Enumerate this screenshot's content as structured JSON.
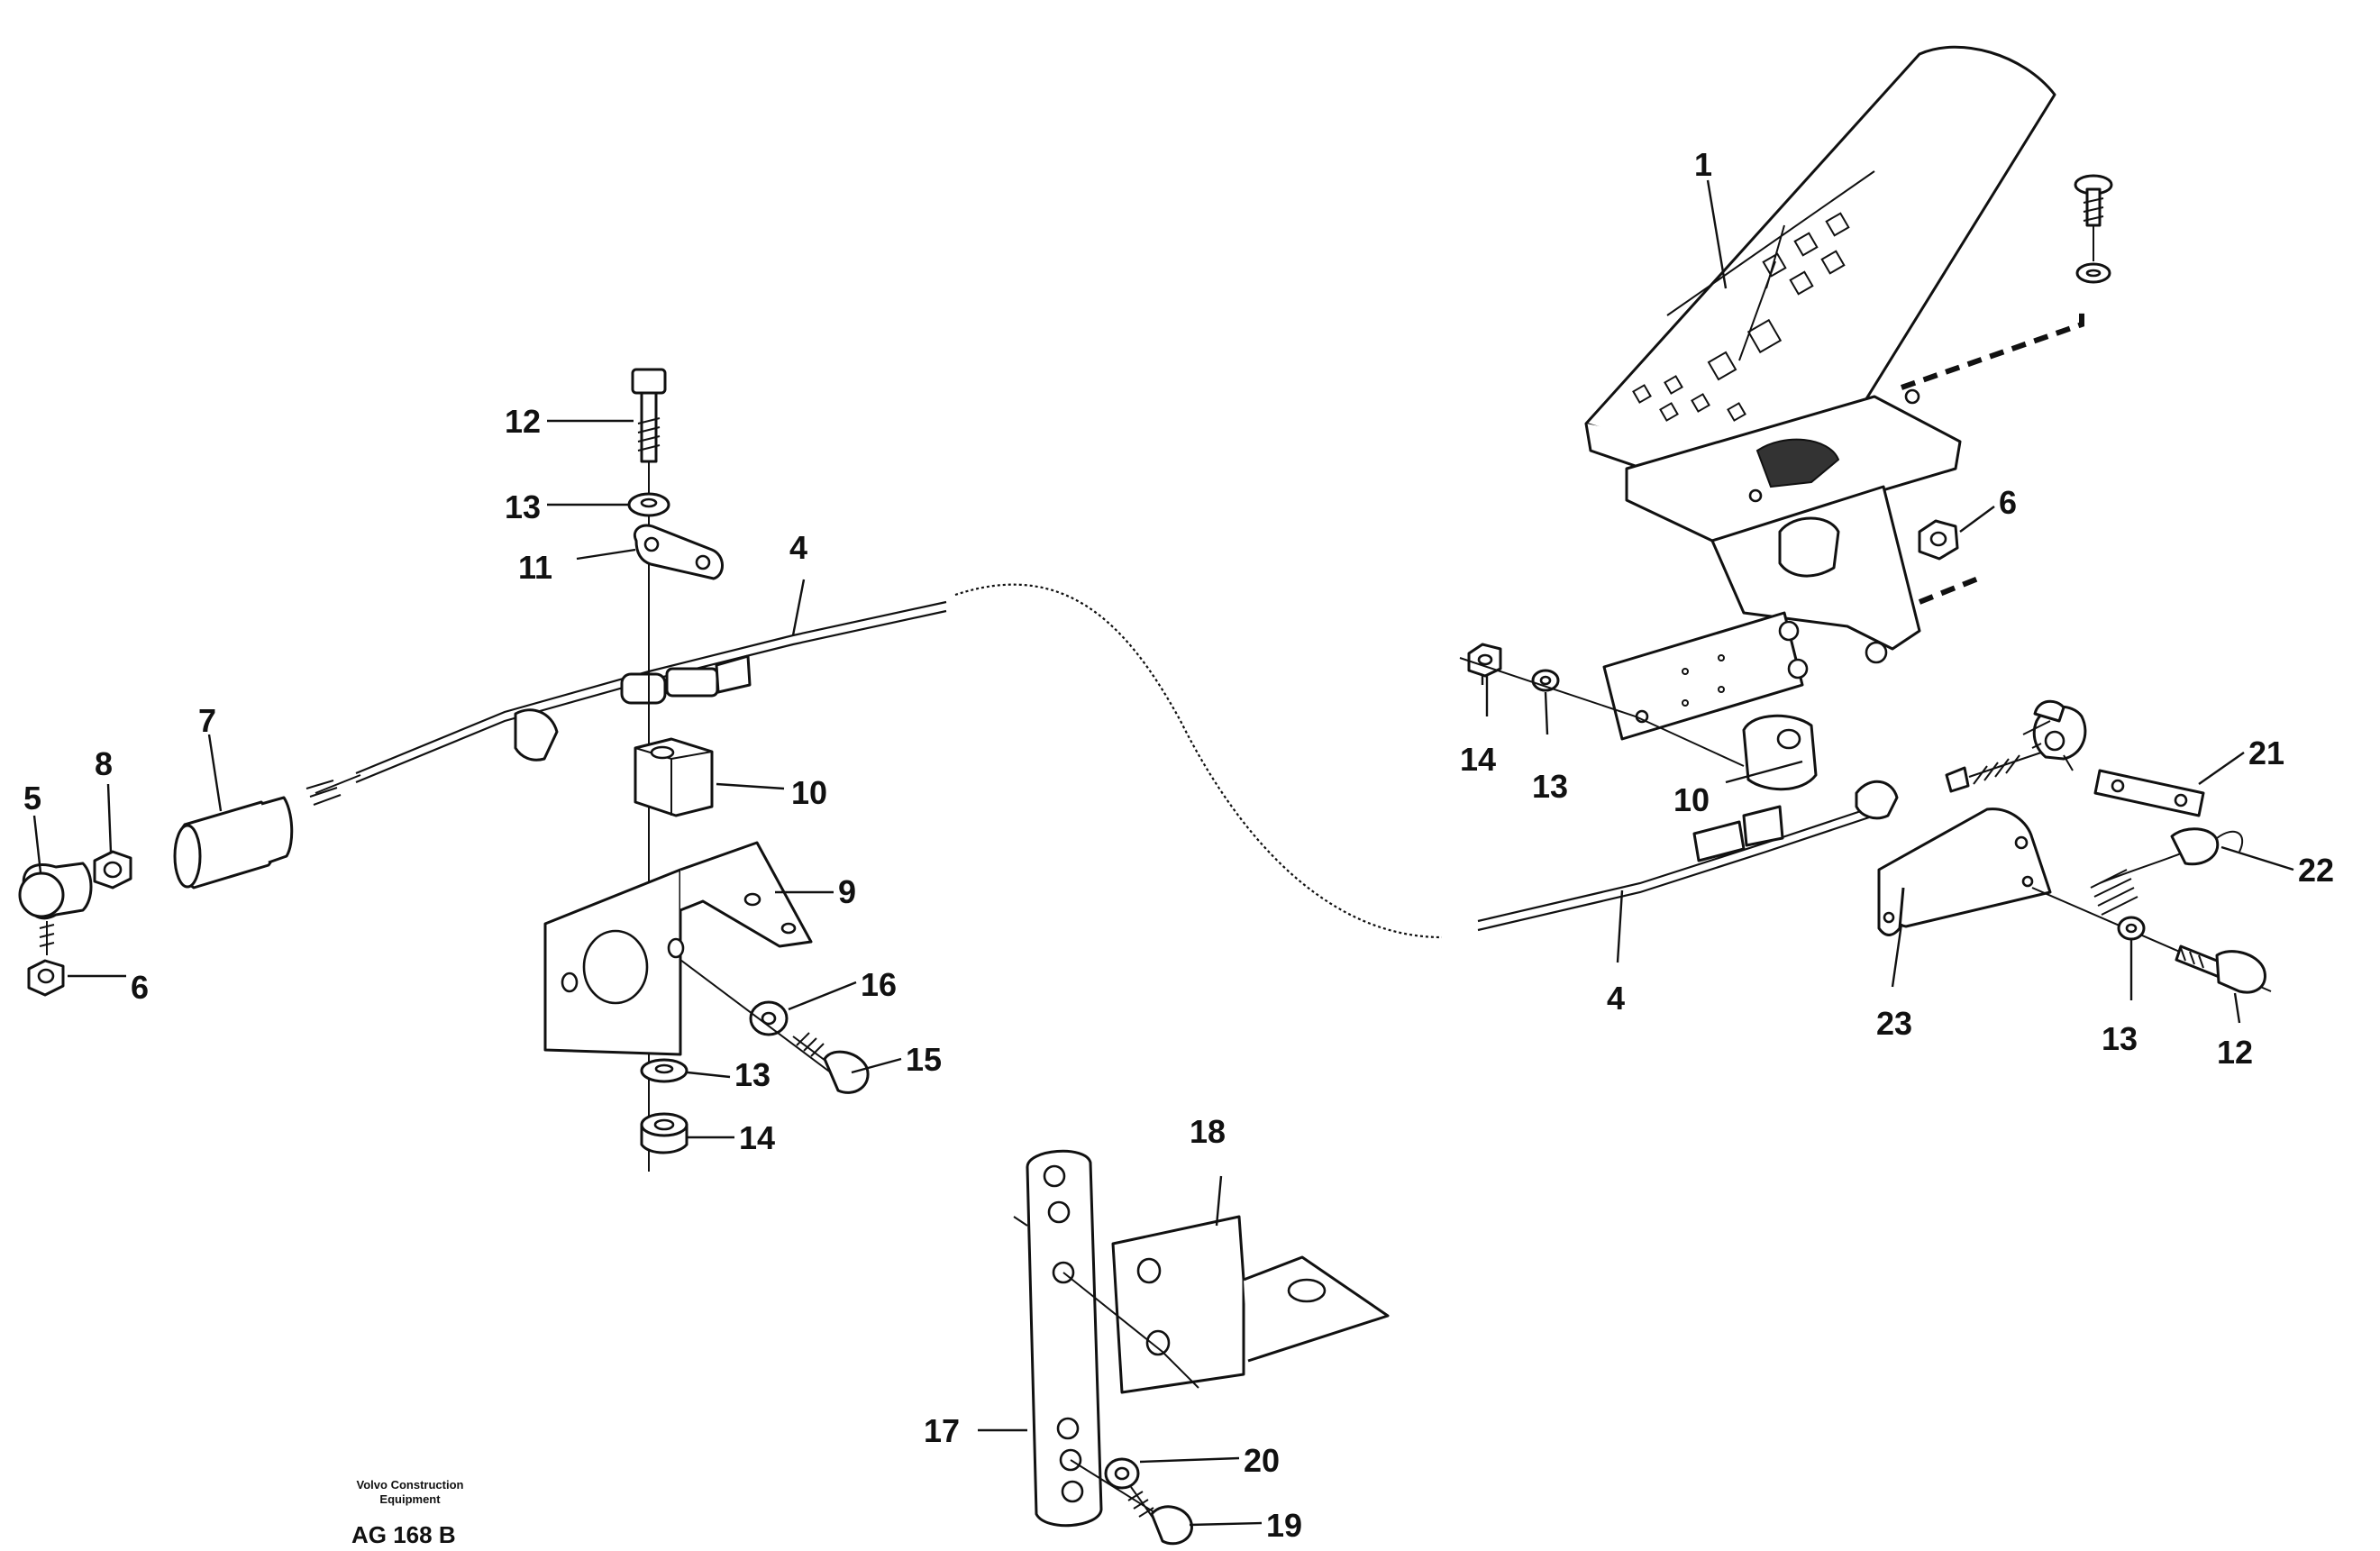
{
  "credit": {
    "line1": "Volvo Construction",
    "line2": "Equipment",
    "code": "AG 168 B"
  },
  "callouts": [
    "1",
    "4",
    "4",
    "5",
    "6",
    "6",
    "7",
    "8",
    "9",
    "10",
    "10",
    "11",
    "12",
    "12",
    "13",
    "13",
    "13",
    "13",
    "14",
    "14",
    "15",
    "16",
    "17",
    "18",
    "19",
    "20",
    "21",
    "22",
    "23"
  ]
}
